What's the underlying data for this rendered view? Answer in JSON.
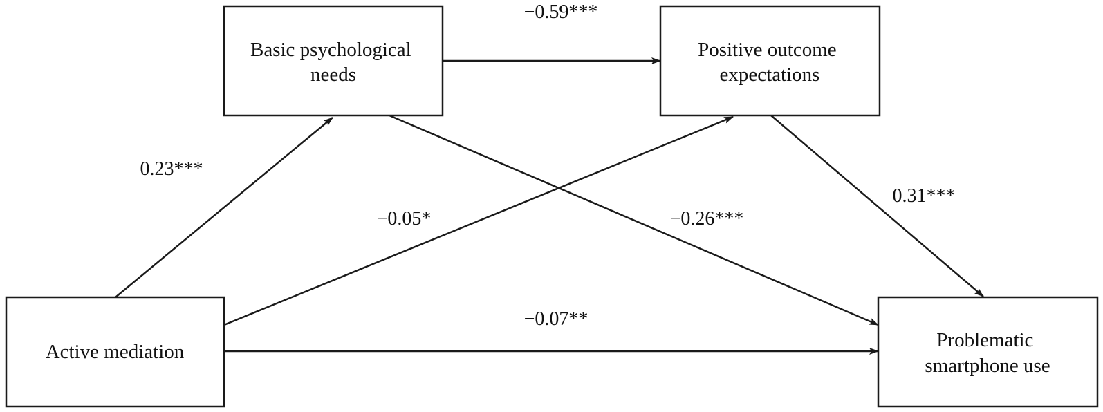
{
  "nodes": {
    "basic_needs": {
      "lines": [
        "Basic psychological",
        "needs"
      ]
    },
    "positive_outcome": {
      "lines": [
        "Positive outcome",
        "expectations"
      ]
    },
    "active_mediation": {
      "lines": [
        "Active mediation"
      ]
    },
    "problematic_use": {
      "lines": [
        "Problematic",
        "smartphone use"
      ]
    }
  },
  "paths": [
    {
      "id": "am_to_bpn",
      "from": "active_mediation",
      "to": "basic_needs",
      "coefficient": "0.23***"
    },
    {
      "id": "bpn_to_poe",
      "from": "basic_needs",
      "to": "positive_outcome",
      "coefficient": "−0.59***"
    },
    {
      "id": "poe_to_psu",
      "from": "positive_outcome",
      "to": "problematic_use",
      "coefficient": "0.31***"
    },
    {
      "id": "am_to_poe",
      "from": "active_mediation",
      "to": "positive_outcome",
      "coefficient": "−0.05*"
    },
    {
      "id": "bpn_to_psu",
      "from": "basic_needs",
      "to": "problematic_use",
      "coefficient": "−0.26***"
    },
    {
      "id": "am_to_psu",
      "from": "active_mediation",
      "to": "problematic_use",
      "coefficient": "−0.07**"
    }
  ]
}
